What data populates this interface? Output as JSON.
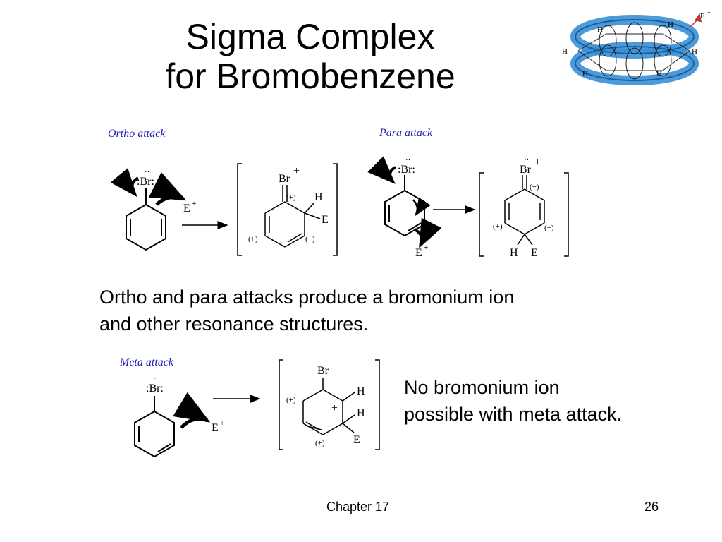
{
  "slide": {
    "title_line1": "Sigma Complex",
    "title_line2": "for Bromobenzene",
    "ortho_label": "Ortho attack",
    "para_label": "Para attack",
    "meta_label": "Meta attack",
    "para_ortho_text_line1": "Ortho and para attacks produce a bromonium ion",
    "para_ortho_text_line2": "and other resonance structures.",
    "meta_text_line1": "No bromonium ion",
    "meta_text_line2": "possible with meta attack.",
    "footer_chapter": "Chapter 17",
    "footer_page": "26"
  },
  "chem": {
    "br": "Br",
    "br_colon": ":Br:",
    "electrophile": "E",
    "plus": "+",
    "h": "H",
    "positive_site": "(+)",
    "lone_pair": "··"
  },
  "colors": {
    "label_blue": "#1f1fb4",
    "orbital_blue": "#3a8fd6",
    "orbital_dark": "#1d5f9e",
    "arrow_red": "#c0392b"
  }
}
